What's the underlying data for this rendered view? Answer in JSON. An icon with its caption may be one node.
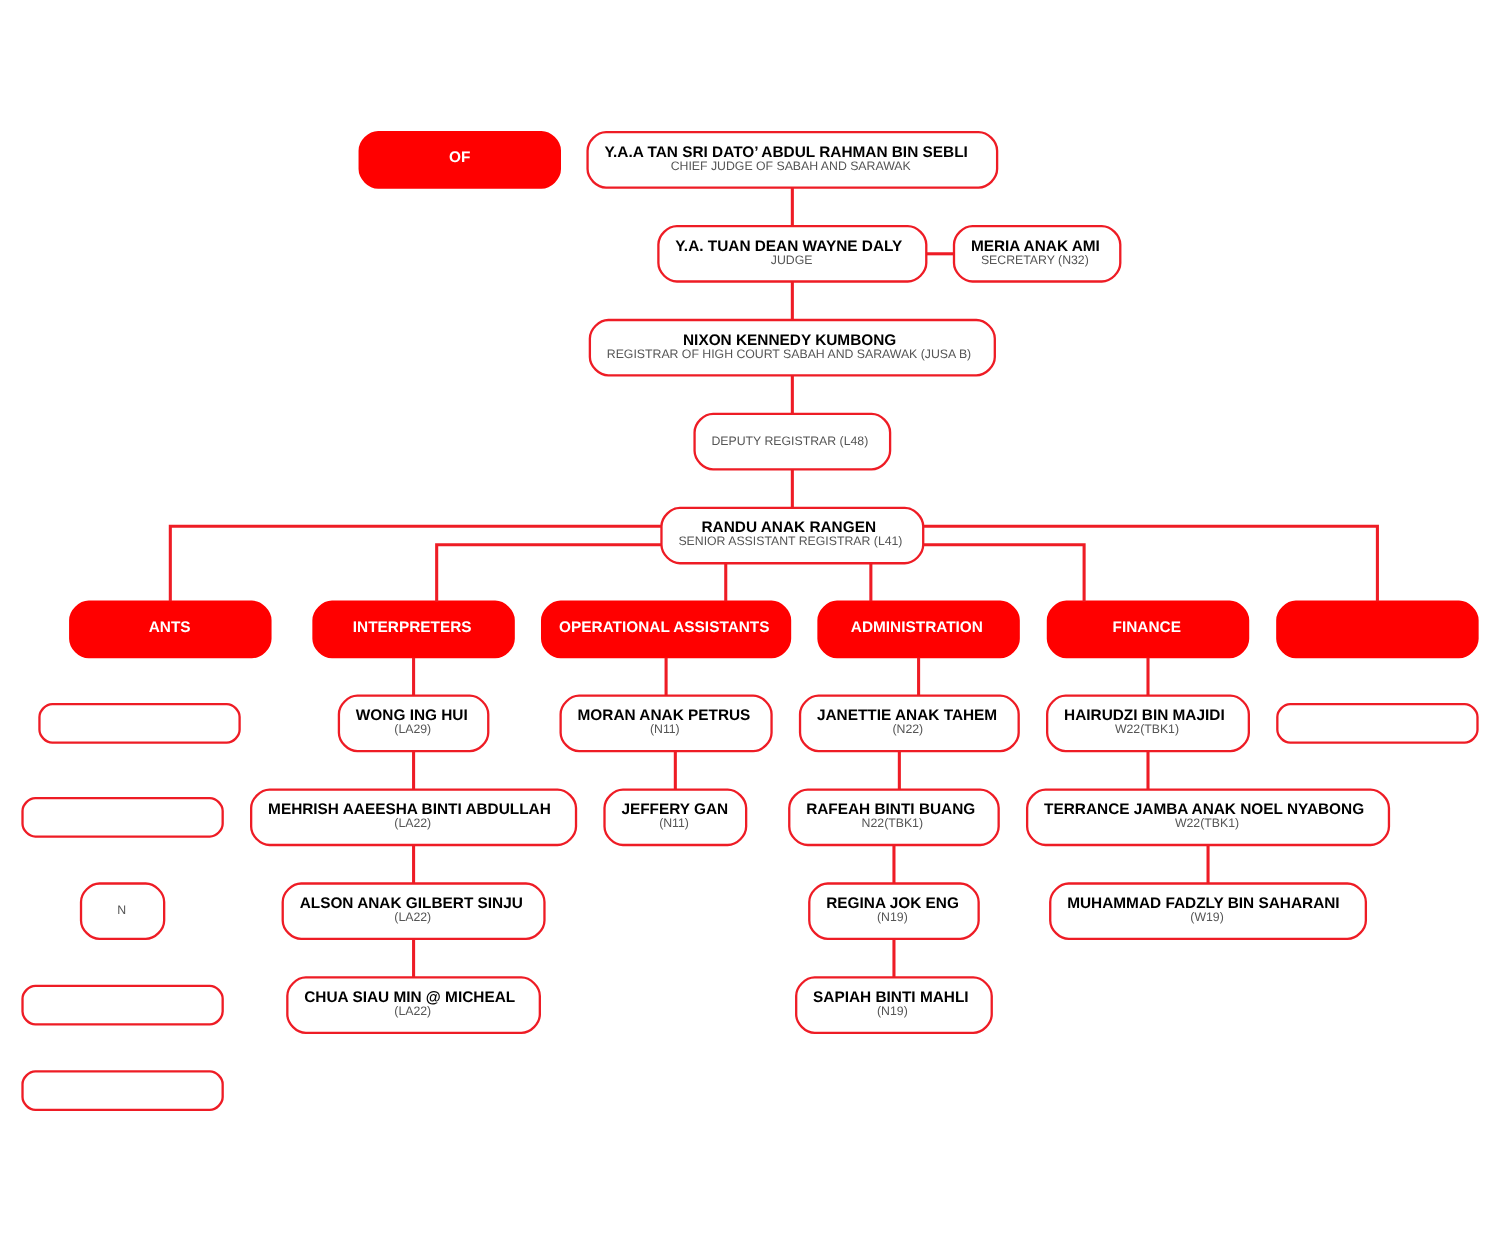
{
  "diagram": {
    "nodes": [
      {
        "text": [
          "OF"
        ]
      },
      {
        "text": [
          "Y.A.A TAN SRI DATO’ ABDUL RAHMAN BIN SEBLI",
          "CHIEF JUDGE OF SABAH AND SARAWAK"
        ]
      },
      {
        "text": [
          "Y.A. TUAN DEAN WAYNE DALY",
          "JUDGE"
        ]
      },
      {
        "text": [
          "MERIA ANAK AMI",
          "SECRETARY (N32)"
        ]
      },
      {
        "text": [
          "NIXON KENNEDY KUMBONG",
          "REGISTRAR OF HIGH COURT SABAH AND SARAWAK (JUSA B)"
        ]
      },
      {
        "text": [
          "DEPUTY REGISTRAR (L48)"
        ]
      },
      {
        "text": [
          "RANDU ANAK RANGEN",
          "SENIOR ASSISTANT REGISTRAR (L41)"
        ]
      },
      {
        "text": [
          "ANTS"
        ]
      },
      {
        "text": [],
        "shape": "box"
      },
      {
        "text": [],
        "shape": "box"
      },
      {
        "text": [
          "N"
        ]
      },
      {
        "text": [],
        "shape": "box"
      },
      {
        "text": [],
        "shape": "box"
      },
      {
        "text": [
          "INTERPRETERS"
        ]
      },
      {
        "text": [
          "WONG ING HUI",
          "(LA29)"
        ]
      },
      {
        "text": [
          "MEHRISH AAEESHA BINTI ABDULLAH",
          "(LA22)"
        ]
      },
      {
        "text": [
          "ALSON ANAK GILBERT SINJU",
          "(LA22)"
        ]
      },
      {
        "text": [
          "CHUA SIAU MIN @ MICHEAL",
          "(LA22)"
        ]
      },
      {
        "text": [
          "OPERATIONAL ASSISTANTS"
        ]
      },
      {
        "text": [
          "MORAN ANAK PETRUS",
          "(N11)"
        ]
      },
      {
        "text": [
          "JEFFERY GAN",
          "(N11)"
        ]
      },
      {
        "text": [
          "ADMINISTRATION"
        ]
      },
      {
        "text": [
          "JANETTIE ANAK TAHEM",
          "(N22)"
        ]
      },
      {
        "text": [
          "RAFEAH BINTI BUANG",
          "N22(TBK1)"
        ]
      },
      {
        "text": [
          "REGINA JOK ENG",
          "(N19)"
        ]
      },
      {
        "text": [
          "SAPIAH BINTI MAHLI",
          "(N19)"
        ]
      },
      {
        "text": [
          "FINANCE"
        ]
      },
      {
        "text": [
          "HAIRUDZI BIN MAJIDI",
          "W22(TBK1)"
        ]
      },
      {
        "text": [
          "TERRANCE JAMBA ANAK NOEL NYABONG",
          "W22(TBK1)"
        ]
      },
      {
        "text": [
          "MUHAMMAD FADZLY BIN SAHARANI",
          "(W19)"
        ]
      },
      {
        "text": [],
        "shape": "box"
      },
      {
        "text": [],
        "shape": "box"
      }
    ],
    "edges": [
      {
        "from": 1,
        "to": 2,
        "arrow": "none"
      },
      {
        "from": 2,
        "to": 4,
        "arrow": "none"
      },
      {
        "from": 2,
        "to": 3,
        "arrow": "none"
      },
      {
        "from": 4,
        "to": 5,
        "arrow": "none"
      },
      {
        "from": 5,
        "to": 6,
        "arrow": "none"
      },
      {
        "from": 6,
        "to": 7,
        "arrow": "none"
      },
      {
        "from": 6,
        "to": 13,
        "arrow": "none"
      },
      {
        "from": 6,
        "to": 18,
        "arrow": "none"
      },
      {
        "from": 6,
        "to": 21,
        "arrow": "none"
      },
      {
        "from": 6,
        "to": 26,
        "arrow": "none"
      },
      {
        "from": 6,
        "to": 30,
        "arrow": "none"
      },
      {
        "from": 13,
        "to": 14,
        "arrow": "none"
      },
      {
        "from": 14,
        "to": 15,
        "arrow": "none"
      },
      {
        "from": 15,
        "to": 16,
        "arrow": "none"
      },
      {
        "from": 16,
        "to": 17,
        "arrow": "none"
      },
      {
        "from": 18,
        "to": 19,
        "arrow": "none"
      },
      {
        "from": 19,
        "to": 20,
        "arrow": "none"
      },
      {
        "from": 21,
        "to": 22,
        "arrow": "none"
      },
      {
        "from": 22,
        "to": 23,
        "arrow": "none"
      },
      {
        "from": 23,
        "to": 24,
        "arrow": "none"
      },
      {
        "from": 24,
        "to": 25,
        "arrow": "none"
      },
      {
        "from": 26,
        "to": 27,
        "arrow": "none"
      },
      {
        "from": 27,
        "to": 28,
        "arrow": "none"
      },
      {
        "from": 28,
        "to": 29,
        "arrow": "none"
      }
    ]
  }
}
